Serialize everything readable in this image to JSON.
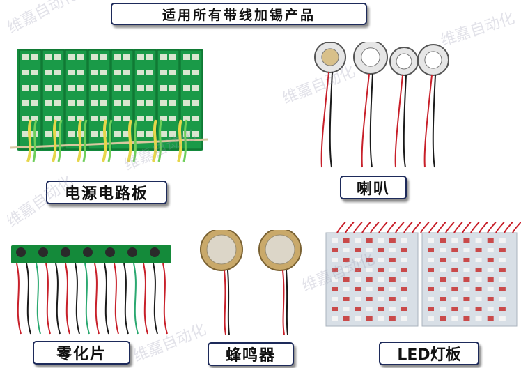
{
  "title": "适用所有带线加锡产品",
  "products": [
    {
      "label": "电源电路板"
    },
    {
      "label": "喇叭"
    },
    {
      "label": "零化片"
    },
    {
      "label": "蜂鸣器"
    },
    {
      "label": "LED灯板"
    }
  ],
  "watermark": "维嘉自动化",
  "colors": {
    "label_border": "#1d2a5a",
    "pcb_green": "#138a3c",
    "wire_red": "#c8202a",
    "wire_black": "#1a1a1a",
    "brass": "#c9a96a"
  }
}
